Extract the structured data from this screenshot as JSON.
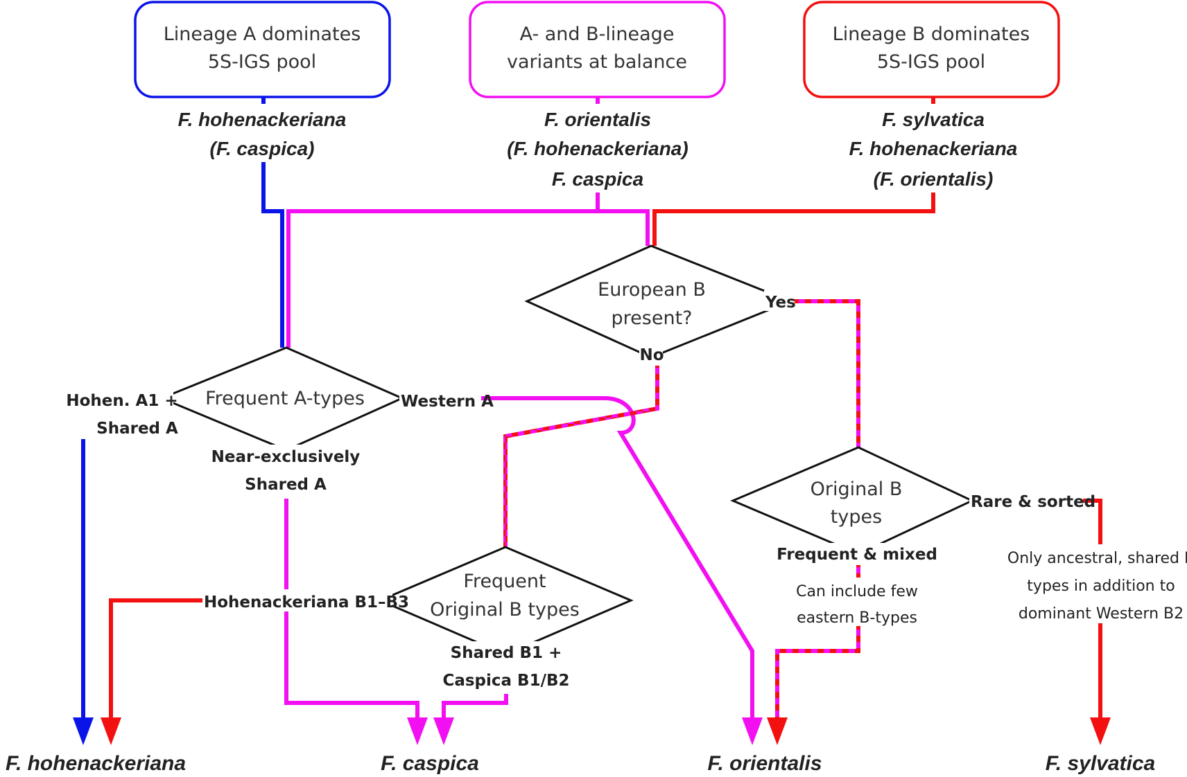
{
  "colors": {
    "lineage_a": "#0a14e8",
    "balance": "#f20ff2",
    "lineage_b": "#f21010",
    "outline": "#111111"
  },
  "top_boxes": {
    "a": {
      "line1": "Lineage A dominates",
      "line2": "5S-IGS pool",
      "species": [
        "F. hohenackeriana",
        "(F. caspica)"
      ]
    },
    "balance": {
      "line1": "A- and B-lineage",
      "line2": "variants at balance",
      "species": [
        "F. orientalis",
        "(F. hohenackeriana)",
        "F. caspica"
      ]
    },
    "b": {
      "line1": "Lineage B dominates",
      "line2": "5S-IGS pool",
      "species": [
        "F. sylvatica",
        "F. hohenackeriana",
        "(F. orientalis)"
      ]
    }
  },
  "decisions": {
    "european_b": {
      "line1": "European B",
      "line2": "present?",
      "yes": "Yes",
      "no": "No"
    },
    "frequent_a": {
      "line1": "Frequent A-types",
      "left1": "Hohen. A1 +",
      "left2": "Shared A",
      "right": "Western A",
      "bottom1": "Near-exclusively",
      "bottom2": "Shared A"
    },
    "original_b": {
      "line1": "Original B",
      "line2": "types",
      "right": "Rare & sorted",
      "bottom": "Frequent & mixed",
      "note1": "Can include few",
      "note2": "eastern B-types",
      "right_note1": "Only ancestral, shared B",
      "right_note2": "types in addition to",
      "right_note3": "dominant Western B2"
    },
    "frequent_orig_b": {
      "line1": "Frequent",
      "line2": "Original B types",
      "left": "Hohenackeriana B1–B3",
      "bottom1": "Shared B1 +",
      "bottom2": "Caspica B1/B2"
    }
  },
  "outcomes": [
    "F. hohenackeriana",
    "F. caspica",
    "F. orientalis",
    "F. sylvatica"
  ]
}
